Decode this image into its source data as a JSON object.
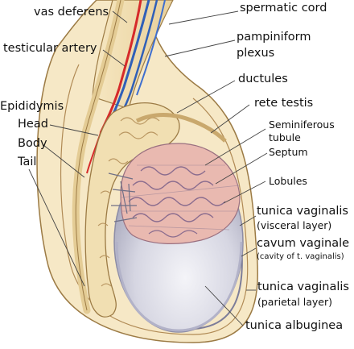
{
  "labels": {
    "vas_deferens": "vas deferens",
    "spermatic_cord": "spermatic cord",
    "testicular_artery": "testicular artery",
    "pampiniform_line1": "pampiniform",
    "pampiniform_line2": "plexus",
    "ductules": "ductules",
    "rete_testis": "rete testis",
    "epididymis": "Epididymis",
    "head": "Head",
    "body": "Body",
    "tail": "Tail",
    "seminiferous_line1": "Seminiferous",
    "seminiferous_line2": "tubule",
    "septum": "Septum",
    "lobules": "Lobules",
    "tunica_vaginalis_visceral": "tunica vaginalis",
    "visceral_layer": "(visceral layer)",
    "cavum_vaginale": "cavum vaginale",
    "cavum_note": "(cavity of t. vaginalis)",
    "tunica_vaginalis_parietal": "tunica vaginalis",
    "parietal_layer": "(parietal layer)",
    "tunica_albuginea": "tunica albuginea"
  },
  "colors": {
    "artery": "#d62a2a",
    "vein": "#2f5fb8",
    "tissue": "#f1dfb2",
    "tissue_outline": "#9c7b45",
    "testis_interior": "#dcdce6",
    "lobule_fill": "#e9b9b0",
    "tubule_stroke": "#8a6c8e",
    "leader_line": "#444444"
  }
}
